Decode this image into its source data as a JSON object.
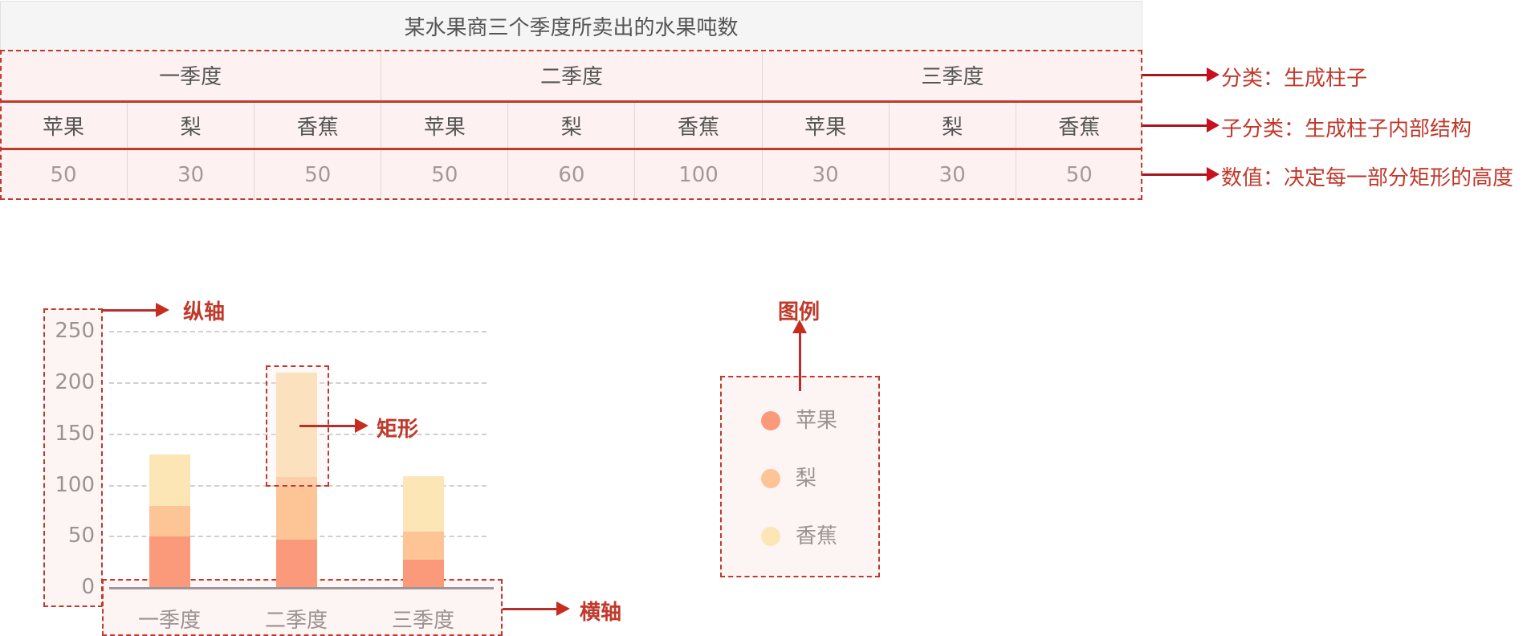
{
  "table": {
    "title": "某水果商三个季度所卖出的水果吨数",
    "categories": [
      "一季度",
      "二季度",
      "三季度"
    ],
    "subcategories": [
      "苹果",
      "梨",
      "香蕉",
      "苹果",
      "梨",
      "香蕉",
      "苹果",
      "梨",
      "香蕉"
    ],
    "values": [
      "50",
      "30",
      "50",
      "50",
      "60",
      "100",
      "30",
      "30",
      "50"
    ]
  },
  "annotations": {
    "category": "分类：生成柱子",
    "subcategory": "子分类：生成柱子内部结构",
    "value": "数值：决定每一部分矩形的高度",
    "y_axis": "纵轴",
    "rect": "矩形",
    "x_axis": "横轴",
    "legend": "图例"
  },
  "colors": {
    "apple": "#fa9a7a",
    "pear": "#fdc496",
    "banana": "#fde6b6",
    "accent": "#c0392b"
  },
  "legend": {
    "items": [
      "苹果",
      "梨",
      "香蕉"
    ]
  },
  "chart_data": {
    "type": "bar",
    "stacked": true,
    "title": "",
    "categories": [
      "一季度",
      "二季度",
      "三季度"
    ],
    "series": [
      {
        "name": "苹果",
        "values": [
          50,
          50,
          30
        ]
      },
      {
        "name": "梨",
        "values": [
          30,
          60,
          30
        ]
      },
      {
        "name": "香蕉",
        "values": [
          50,
          100,
          50
        ]
      }
    ],
    "xlabel": "",
    "ylabel": "",
    "ylim": [
      0,
      250
    ],
    "yticks": [
      "0",
      "50",
      "100",
      "150",
      "200",
      "250"
    ],
    "grid": true,
    "legend_position": "right"
  }
}
